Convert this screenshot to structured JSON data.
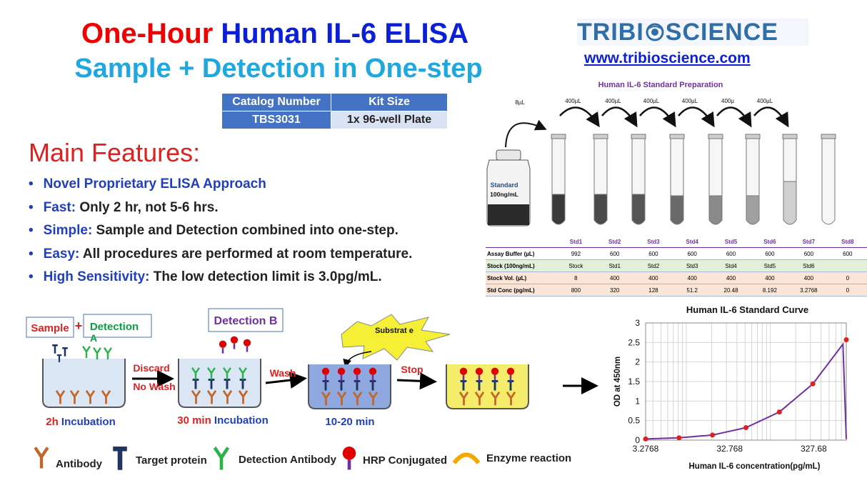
{
  "title": {
    "part1": "One-Hour",
    "part2": "Human IL-6 ELISA",
    "subtitle": "Sample + Detection in One-step"
  },
  "catalog": {
    "header_catalog": "Catalog Number",
    "header_kit": "Kit Size",
    "catalog_number": "TBS3031",
    "kit_size": "1x 96-well Plate"
  },
  "brand": {
    "logo_left": "TRIBI",
    "logo_right": "SCIENCE",
    "url": "www.tribioscience.com"
  },
  "features": {
    "title": "Main Features:",
    "items": [
      {
        "key": "Novel Proprietary ELISA Approach",
        "text": ""
      },
      {
        "key": "Fast:",
        "text": " Only 2 hr,  not 5-6 hrs."
      },
      {
        "key": "Simple:",
        "text": " Sample and Detection combined into one-step."
      },
      {
        "key": "Easy:",
        "text": " All procedures are performed at room temperature."
      },
      {
        "key": "High Sensitivity:",
        "text": " The low detection limit is 3.0pg/mL."
      }
    ]
  },
  "standard_prep": {
    "title": "Human IL-6 Standard Preparation",
    "transfer_first": "8µL",
    "transfers": [
      "400µL",
      "400µL",
      "400µL",
      "400µL",
      "400µ",
      "400µL"
    ],
    "vial_label": "Standard",
    "vial_conc": "100ng/mL",
    "tube_fill_colors": [
      "#3a3a3a",
      "#4a4a4a",
      "#555555",
      "#6a6a6a",
      "#8a8a8a",
      "#a0a0a0",
      "#cfcfcf",
      "#ffffff"
    ],
    "table": {
      "headers": [
        "Std1",
        "Std2",
        "Std3",
        "Std4",
        "Std5",
        "Std6",
        "Std7",
        "Std8"
      ],
      "rows": [
        {
          "label": "Assay Buffer (µL)",
          "values": [
            "992",
            "600",
            "600",
            "600",
            "600",
            "600",
            "600",
            "600"
          ]
        },
        {
          "label": "Stock (100ng/mL)",
          "values": [
            "Stock",
            "Std1",
            "Std2",
            "Std3",
            "Std4",
            "Std5",
            "Std6",
            ""
          ]
        },
        {
          "label": "Stock Vol. (µL)",
          "values": [
            "8",
            "400",
            "400",
            "400",
            "400",
            "400",
            "400",
            "0"
          ]
        },
        {
          "label": "Std Conc (pg/mL)",
          "values": [
            "800",
            "320",
            "128",
            "51.2",
            "20.48",
            "8.192",
            "3.2768",
            "0"
          ]
        }
      ]
    }
  },
  "workflow": {
    "sample": "Sample",
    "plus": "+",
    "detection": "Detection",
    "detection_a": "A",
    "detection_b": "Detection B",
    "substrate": "Substrat e",
    "discard": "Discard",
    "no_wash": "No Wash",
    "wash": "Wash",
    "stop": "Stop",
    "step1_time": "2h",
    "step1_label": " Incubation",
    "step2_time": "30 min",
    "step2_label": " Incubation",
    "step3_label": "10-20 min"
  },
  "legend": {
    "antibody": "Antibody",
    "target": "Target protein",
    "detection_antibody": "Detection Antibody",
    "hrp": "HRP Conjugated",
    "enzyme": "Enzyme reaction"
  },
  "chart_data": {
    "type": "scatter",
    "title": "Human IL-6 Standard Curve",
    "xlabel": "Human IL-6 concentration(pg/mL)",
    "ylabel": "OD at 450nm",
    "x_scale": "log",
    "xlim": [
      3.2768,
      800
    ],
    "ylim": [
      0,
      3
    ],
    "x_ticks": [
      "3.2768",
      "32.768",
      "327.68"
    ],
    "y_ticks": [
      "0",
      "0.5",
      "1",
      "1.5",
      "2",
      "2.5",
      "3"
    ],
    "grid": true,
    "series": [
      {
        "x": [
          3.2768,
          8.192,
          20.48,
          51.2,
          128,
          320,
          800
        ],
        "y": [
          0.03,
          0.06,
          0.13,
          0.32,
          0.72,
          1.44,
          2.57
        ],
        "color": "#e02020",
        "line_color": "#7030a0"
      }
    ]
  }
}
